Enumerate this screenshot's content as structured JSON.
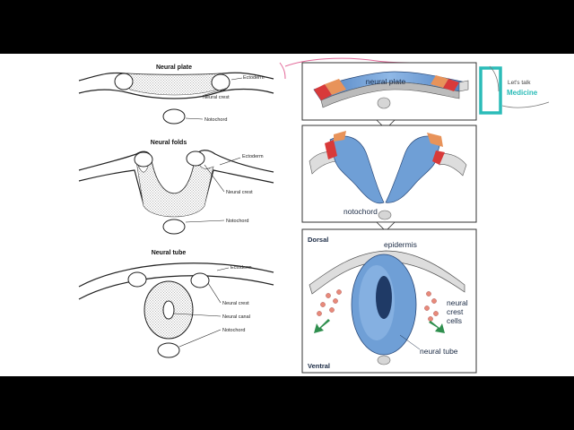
{
  "left_diagram": {
    "panel1": {
      "title": "Neural plate",
      "ectoderm": "Ectoderm",
      "neural_crest": "Neural crest",
      "notochord": "Notochord"
    },
    "panel2": {
      "title": "Neural folds",
      "ectoderm": "Ectoderm",
      "neural_crest": "Neural crest",
      "notochord": "Notochord"
    },
    "panel3": {
      "title": "Neural tube",
      "ectoderm": "Ectoderm",
      "neural_crest": "Neural crest",
      "neural_canal": "Neural canal",
      "notochord": "Notochord"
    }
  },
  "right_diagram": {
    "top": {
      "neural_plate": "neural plate"
    },
    "middle": {
      "notochord": "notochord"
    },
    "bottom": {
      "dorsal": "Dorsal",
      "ventral": "Ventral",
      "epidermis": "epidermis",
      "neural_crest_1": "neural",
      "neural_crest_2": "crest",
      "neural_crest_3": "cells",
      "neural_tube": "neural tube"
    }
  },
  "logo": {
    "line1": "Let's talk",
    "line2": "Medicine"
  },
  "colors": {
    "tissue_blue": "#6f9fd6",
    "crest_red": "#d83a3a",
    "crest_orange": "#e8935a",
    "logo_teal": "#2bbcb8",
    "annotation_pink": "#e36b9a",
    "arrow_green": "#2f8f4e"
  }
}
